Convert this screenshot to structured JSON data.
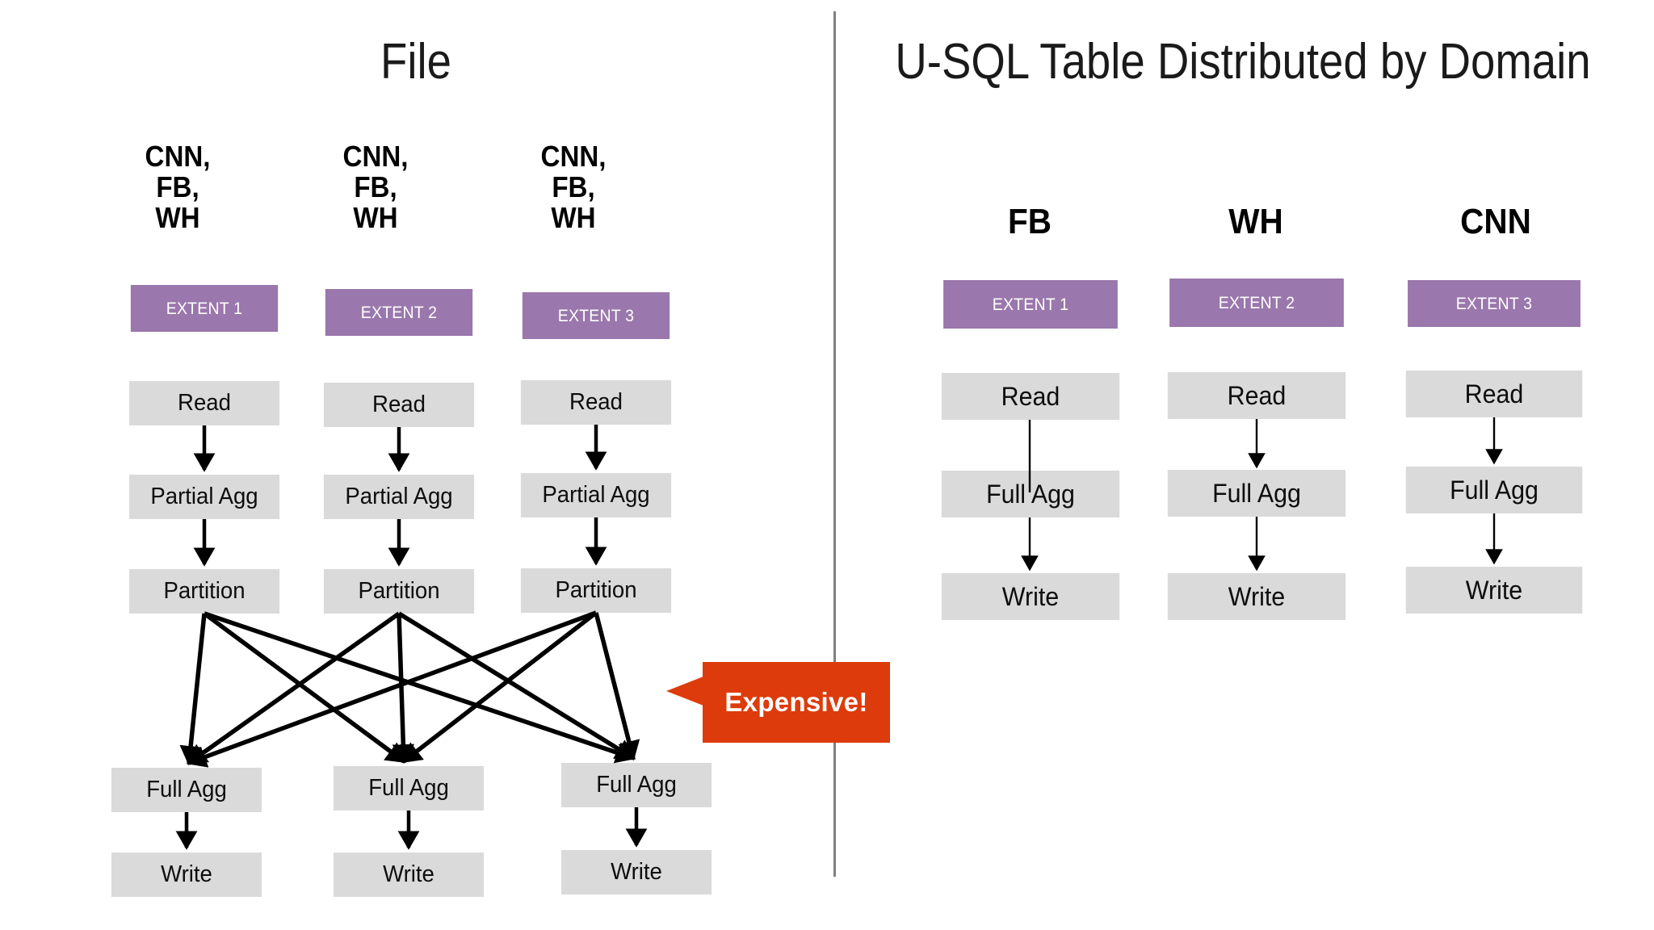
{
  "slide": {
    "background_color": "#ffffff",
    "divider_color": "#7f7f7f"
  },
  "panels": {
    "left": {
      "title": "File",
      "columns": [
        {
          "header": "CNN,\nFB,\nWH",
          "steps": [
            "EXTENT 1",
            "Read",
            "Partial Agg",
            "Partition",
            "Full Agg",
            "Write"
          ]
        },
        {
          "header": "CNN,\nFB,\nWH",
          "steps": [
            "EXTENT 2",
            "Read",
            "Partial Agg",
            "Partition",
            "Full Agg",
            "Write"
          ]
        },
        {
          "header": "CNN,\nFB,\nWH",
          "steps": [
            "EXTENT 3",
            "Read",
            "Partial Agg",
            "Partition",
            "Full Agg",
            "Write"
          ]
        }
      ],
      "callout": {
        "label": "Expensive!",
        "color": "#dd3b0b",
        "text_color": "#ffffff"
      }
    },
    "right": {
      "title": "U-SQL Table Distributed by Domain",
      "columns": [
        {
          "header": "FB",
          "steps": [
            "EXTENT 1",
            "Read",
            "Full Agg",
            "Write"
          ]
        },
        {
          "header": "WH",
          "steps": [
            "EXTENT 2",
            "Read",
            "Full Agg",
            "Write"
          ]
        },
        {
          "header": "CNN",
          "steps": [
            "EXTENT 3",
            "Read",
            "Full Agg",
            "Write"
          ]
        }
      ]
    }
  },
  "labels": {
    "extent_1": "EXTENT 1",
    "extent_2": "EXTENT 2",
    "extent_3": "EXTENT 3",
    "read": "Read",
    "partial_agg": "Partial Agg",
    "partition": "Partition",
    "full_agg": "Full Agg",
    "write": "Write",
    "header_cnn_fb_wh": "CNN,\nFB,\nWH",
    "header_fb": "FB",
    "header_wh": "WH",
    "header_cnn": "CNN"
  },
  "colors": {
    "extent_purple": "#9a77ac",
    "node_grey": "#dadada",
    "callout_orange": "#dd3b0b",
    "arrow_black": "#000000",
    "text_dark": "#0d0d0d"
  },
  "shuffle": {
    "description": "all-to-all shuffle between Partition and Full Agg",
    "edge_count": 9
  }
}
